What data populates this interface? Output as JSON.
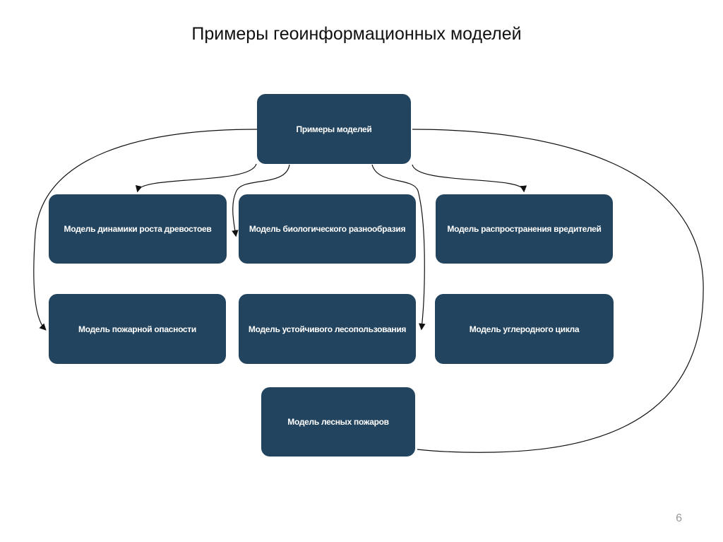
{
  "slide": {
    "title": "Примеры геоинформационных моделей",
    "page_number": "6"
  },
  "diagram": {
    "root": "Примеры моделей",
    "nodes": [
      "Модель динамики роста древостоев",
      "Модель биологического разнообразия",
      "Модель распространения вредителей",
      "Модель пожарной опасности",
      "Модель устойчивого лесопользования",
      "Модель углеродного цикла",
      "Модель лесных пожаров"
    ],
    "box_color": "#23445e"
  }
}
